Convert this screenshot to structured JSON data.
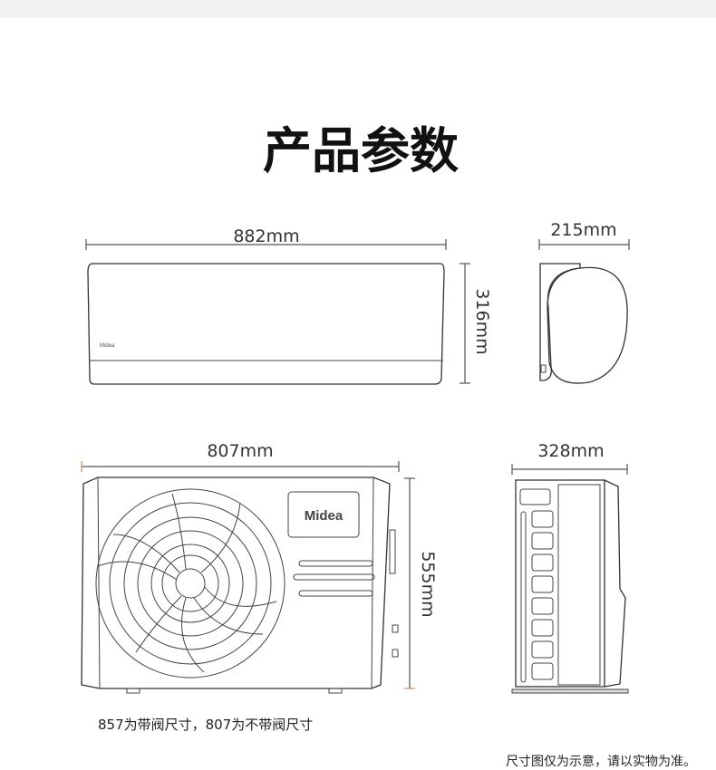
{
  "title": "产品参数",
  "indoor": {
    "width": "882mm",
    "height": "316mm",
    "depth": "215mm",
    "logo": "Midea"
  },
  "outdoor": {
    "width": "807mm",
    "height": "555mm",
    "depth": "328mm",
    "logo": "Midea"
  },
  "note": "857为带阀尺寸，807为不带阀尺寸",
  "disclaimer": "尺寸图仅为示意，请以实物为准。",
  "colors": {
    "tick_accent": "#c8875a",
    "line": "#333333"
  }
}
